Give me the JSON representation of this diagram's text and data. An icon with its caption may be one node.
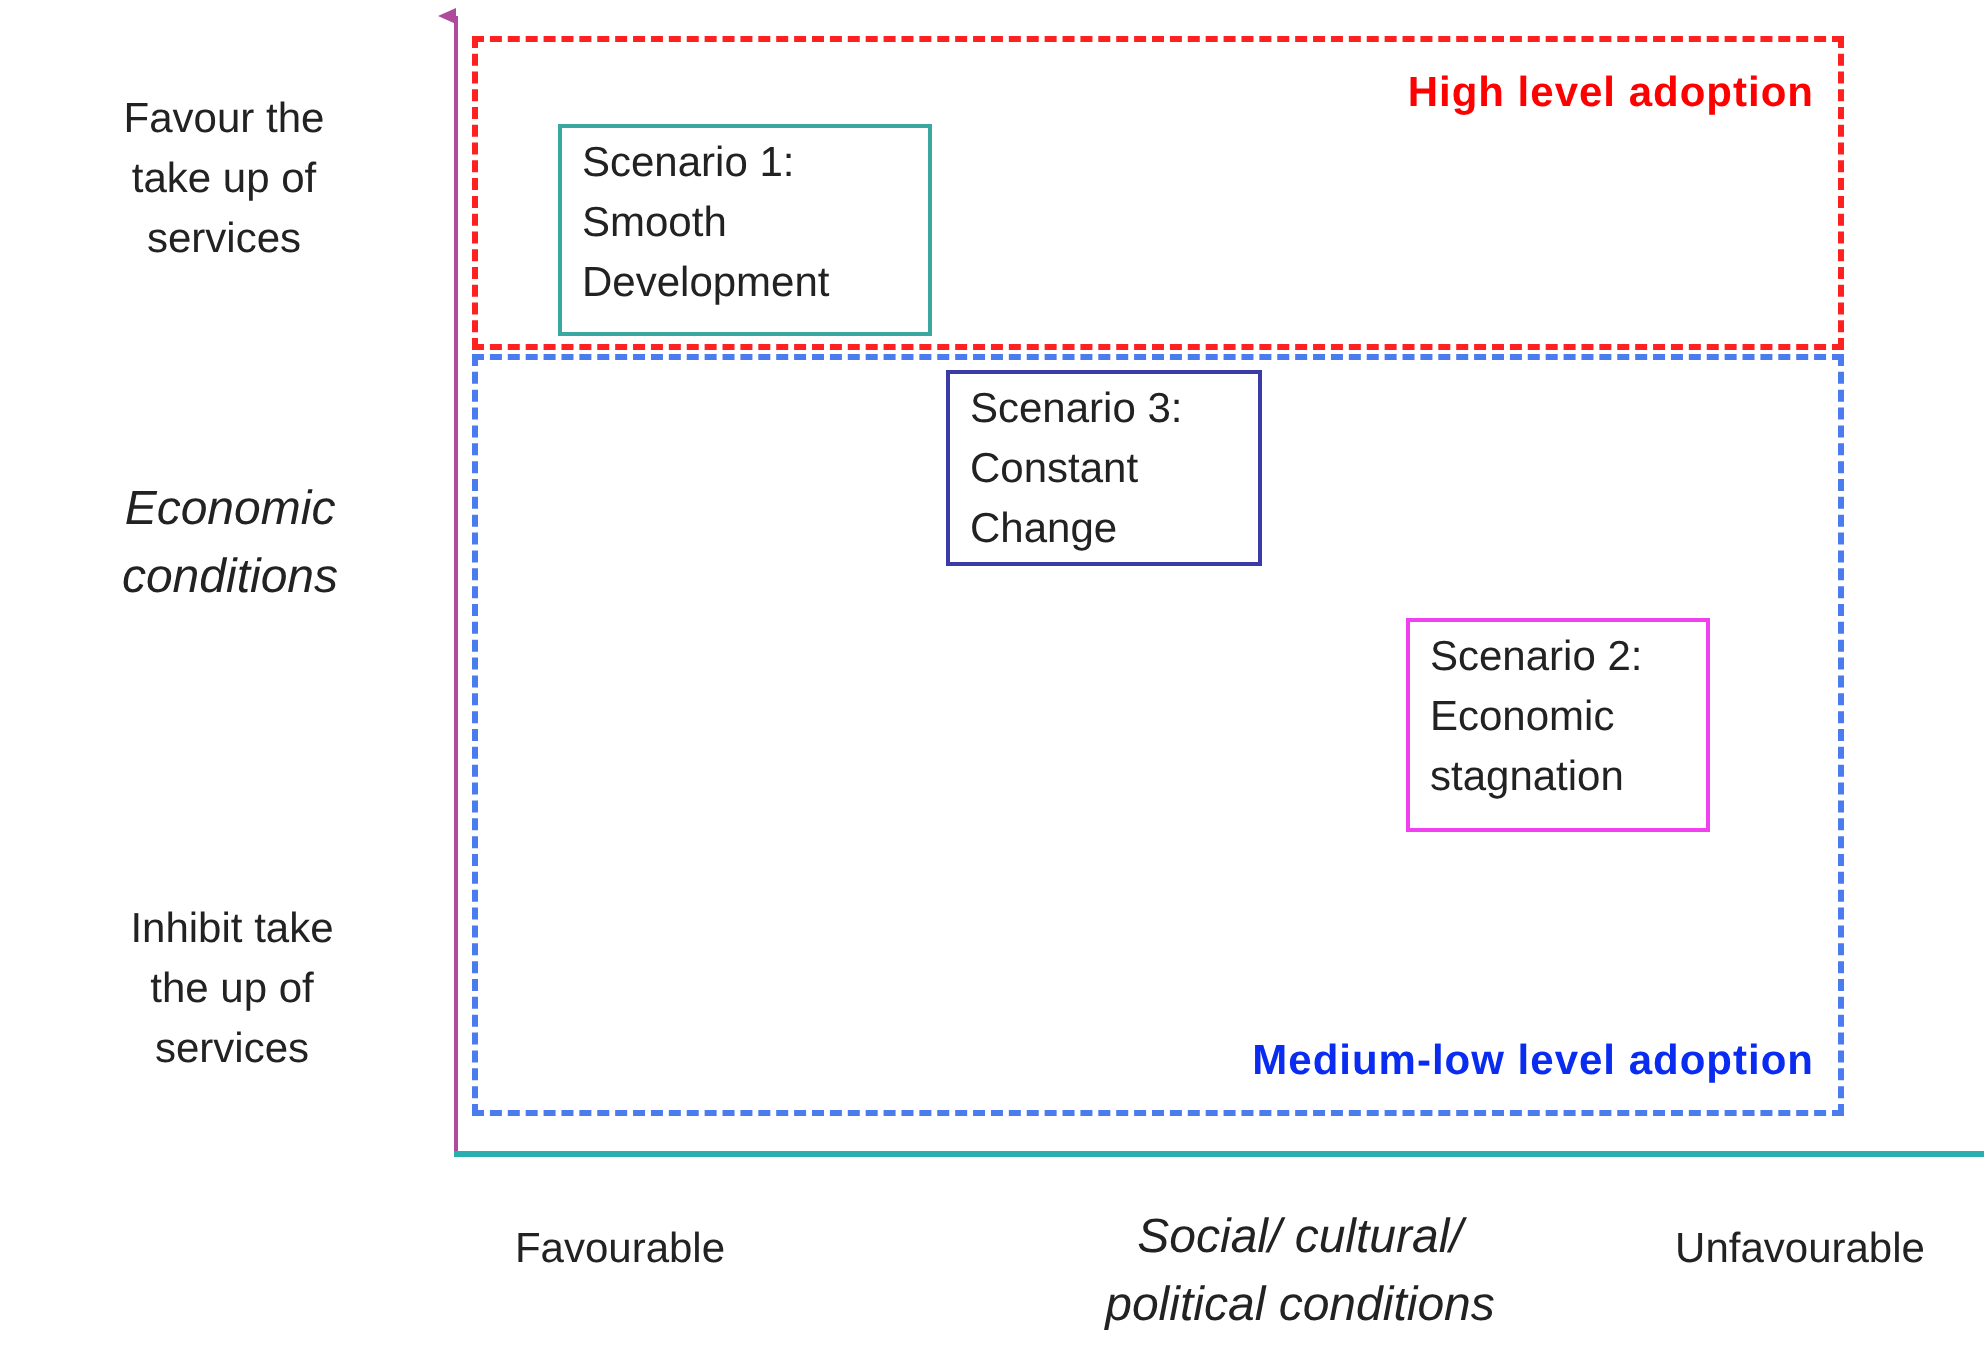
{
  "diagram": {
    "nodes": [
      {
        "text": [
          "High level adoption"
        ]
      },
      {
        "text": [
          "Scenario 1: Smooth Development"
        ],
        "in": 0
      },
      {
        "text": [
          "Medium-low level adoption"
        ]
      },
      {
        "text": [
          "Scenario 3: Constant Change"
        ],
        "in": 2
      },
      {
        "text": [
          "Scenario 2: Economic stagnation"
        ],
        "in": 2
      }
    ],
    "edges": [],
    "labels": [
      "Favour the take up of services",
      "Economic conditions",
      "Inhibit take the up of services",
      "Favourable",
      "Social/ cultural/ political conditions",
      "Unfavourable"
    ]
  }
}
